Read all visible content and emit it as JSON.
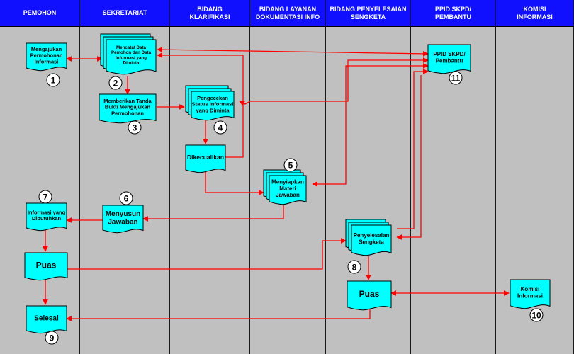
{
  "lanes": [
    {
      "label": "PEMOHON"
    },
    {
      "label": "SEKRETARIAT"
    },
    {
      "label": "BIDANG\nKLARIFIKASI"
    },
    {
      "label": "BIDANG LAYANAN\nDOKUMENTASI INFO"
    },
    {
      "label": "BIDANG PENYELESAIAN\nSENGKETA"
    },
    {
      "label": "PPID SKPD/\nPEMBANTU"
    },
    {
      "label": "KOMISI\nINFORMASI"
    }
  ],
  "nodes": {
    "mengajukan": {
      "lines": [
        "Mengajukan",
        "Permohonan",
        "Informasi"
      ]
    },
    "mencatat": {
      "lines": [
        "Mencatat Data",
        "Pemohon dan Data",
        "Informasi yang",
        "Diminta"
      ]
    },
    "memberikan": {
      "lines": [
        "Memberikan Tanda",
        "Bukti Mengajukan",
        "Permohonan"
      ]
    },
    "pengecekan": {
      "lines": [
        "Pengecekan",
        "Status Informasi",
        "yang Diminta"
      ]
    },
    "dikecualikan": {
      "lines": [
        "Dikecualikan"
      ]
    },
    "menyiapkan": {
      "lines": [
        "Menyiapkan",
        "Materi",
        "Jawaban"
      ]
    },
    "ppid": {
      "lines": [
        "PPID SKPD/",
        "Pembantu"
      ]
    },
    "informasi": {
      "lines": [
        "Informasi yang",
        "Dibutuhkan"
      ]
    },
    "menyusun": {
      "lines": [
        "Menyusun",
        "Jawaban"
      ]
    },
    "puas1": {
      "lines": [
        "Puas"
      ]
    },
    "penyelesaian": {
      "lines": [
        "Penyelesaian",
        "Sengketa"
      ]
    },
    "puas2": {
      "lines": [
        "Puas"
      ]
    },
    "komisi": {
      "lines": [
        "Komisi",
        "Informasi"
      ]
    },
    "selesai": {
      "lines": [
        "Selesai"
      ]
    }
  },
  "numbers": {
    "n1": "1",
    "n2": "2",
    "n3": "3",
    "n4": "4",
    "n5": "5",
    "n6": "6",
    "n7": "7",
    "n8": "8",
    "n9": "9",
    "n10": "10",
    "n11": "11"
  },
  "colors": {
    "header": "#1010ff",
    "lane": "#c0c0c0",
    "shape": "#00ffff",
    "arrow": "#ff0000"
  }
}
